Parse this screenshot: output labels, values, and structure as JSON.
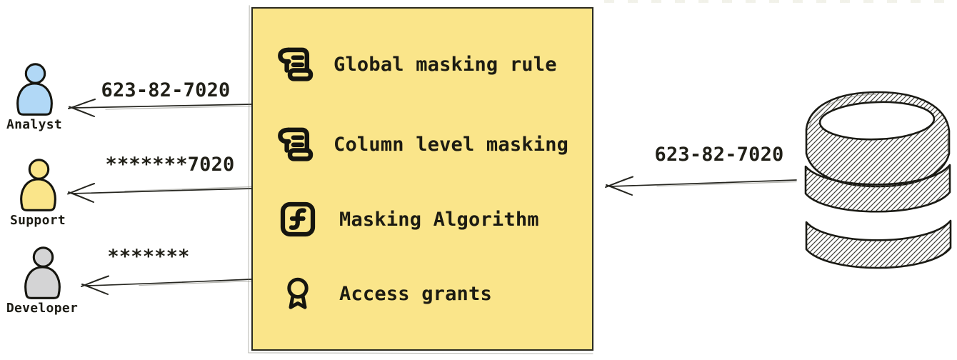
{
  "diagram": {
    "personas": [
      {
        "name": "Analyst",
        "received_value": "623-82-7020",
        "icon": "user-icon",
        "color": "#B1D8F6"
      },
      {
        "name": "Support",
        "received_value": "*******7020",
        "icon": "user-icon",
        "color": "#FAE58A"
      },
      {
        "name": "Developer",
        "received_value": "*******",
        "icon": "user-icon",
        "color": "#D4D4D5"
      }
    ],
    "masking_box": {
      "items": [
        {
          "label": "Global masking rule",
          "icon": "scroll-text-icon"
        },
        {
          "label": "Column level masking",
          "icon": "scroll-text-icon"
        },
        {
          "label": "Masking Algorithm",
          "icon": "function-square-icon"
        },
        {
          "label": "Access grants",
          "icon": "award-icon"
        }
      ],
      "background_color": "#FAE58A",
      "border_color": "#2B2A20"
    },
    "database": {
      "icon": "database-cylinder-icon",
      "outgoing_value": "623-82-7020"
    },
    "colors": {
      "ink": "#1C1B14",
      "sketch_gray": "#8A8A80"
    }
  }
}
